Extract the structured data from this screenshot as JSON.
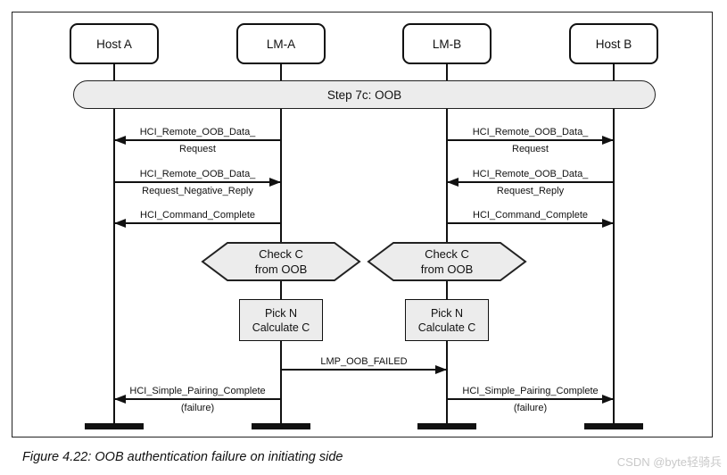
{
  "figure": {
    "caption": "Figure 4.22: OOB authentication failure on initiating side",
    "watermark": "CSDN @byte轻骑兵"
  },
  "diagram": {
    "actors": [
      {
        "label": "Host A"
      },
      {
        "label": "LM-A"
      },
      {
        "label": "LM-B"
      },
      {
        "label": "Host B"
      }
    ],
    "step_banner": {
      "label": "Step 7c: OOB"
    },
    "messages": [
      {
        "name": "hci-remote-oob-data-request-a",
        "from": "LM-A",
        "to": "Host A",
        "line1": "HCI_Remote_OOB_Data_",
        "line2": "Request"
      },
      {
        "name": "hci-remote-oob-data-request-negative-reply",
        "from": "Host A",
        "to": "LM-A",
        "line1": "HCI_Remote_OOB_Data_",
        "line2": "Request_Negative_Reply"
      },
      {
        "name": "hci-command-complete-a",
        "from": "LM-A",
        "to": "Host A",
        "line1": "HCI_Command_Complete"
      },
      {
        "name": "hci-remote-oob-data-request-b",
        "from": "LM-B",
        "to": "Host B",
        "line1": "HCI_Remote_OOB_Data_",
        "line2": "Request"
      },
      {
        "name": "hci-remote-oob-data-request-reply",
        "from": "Host B",
        "to": "LM-B",
        "line1": "HCI_Remote_OOB_Data_",
        "line2": "Request_Reply"
      },
      {
        "name": "hci-command-complete-b",
        "from": "LM-B",
        "to": "Host B",
        "line1": "HCI_Command_Complete"
      },
      {
        "name": "lmp-oob-failed",
        "from": "LM-A",
        "to": "LM-B",
        "line1": "LMP_OOB_FAILED"
      },
      {
        "name": "hci-simple-pairing-complete-a",
        "from": "LM-A",
        "to": "Host A",
        "line1": "HCI_Simple_Pairing_Complete",
        "line2": "(failure)"
      },
      {
        "name": "hci-simple-pairing-complete-b",
        "from": "LM-B",
        "to": "Host B",
        "line1": "HCI_Simple_Pairing_Complete",
        "line2": "(failure)"
      }
    ],
    "decisions": [
      {
        "line1": "Check C",
        "line2": "from OOB"
      },
      {
        "line1": "Check C",
        "line2": "from OOB"
      }
    ],
    "processes": [
      {
        "line1": "Pick N",
        "line2": "Calculate C"
      },
      {
        "line1": "Pick N",
        "line2": "Calculate C"
      }
    ]
  },
  "colors": {
    "line": "#111111",
    "shape_fill": "#ececec",
    "watermark": "#c9c9c9"
  }
}
